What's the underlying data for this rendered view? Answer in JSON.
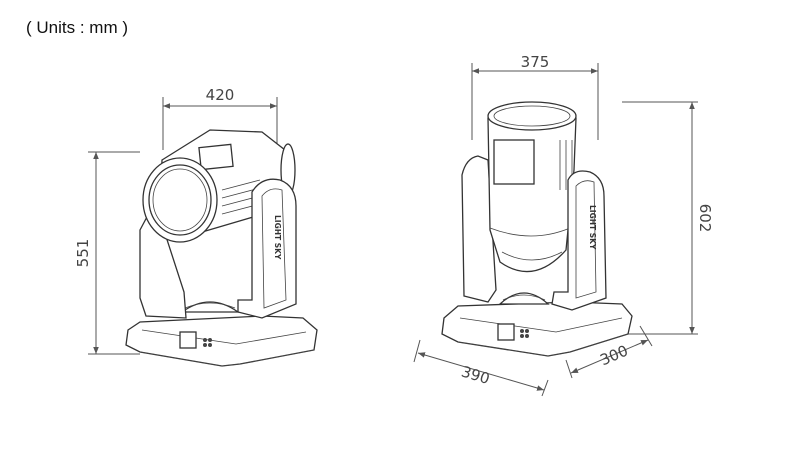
{
  "header": {
    "units_label": "( Units : mm )"
  },
  "dimensions": {
    "left_width": "420",
    "left_height": "551",
    "right_width": "375",
    "right_height": "602",
    "base_length": "390",
    "base_depth": "300"
  },
  "arm_logo": "LIGHT SKY"
}
